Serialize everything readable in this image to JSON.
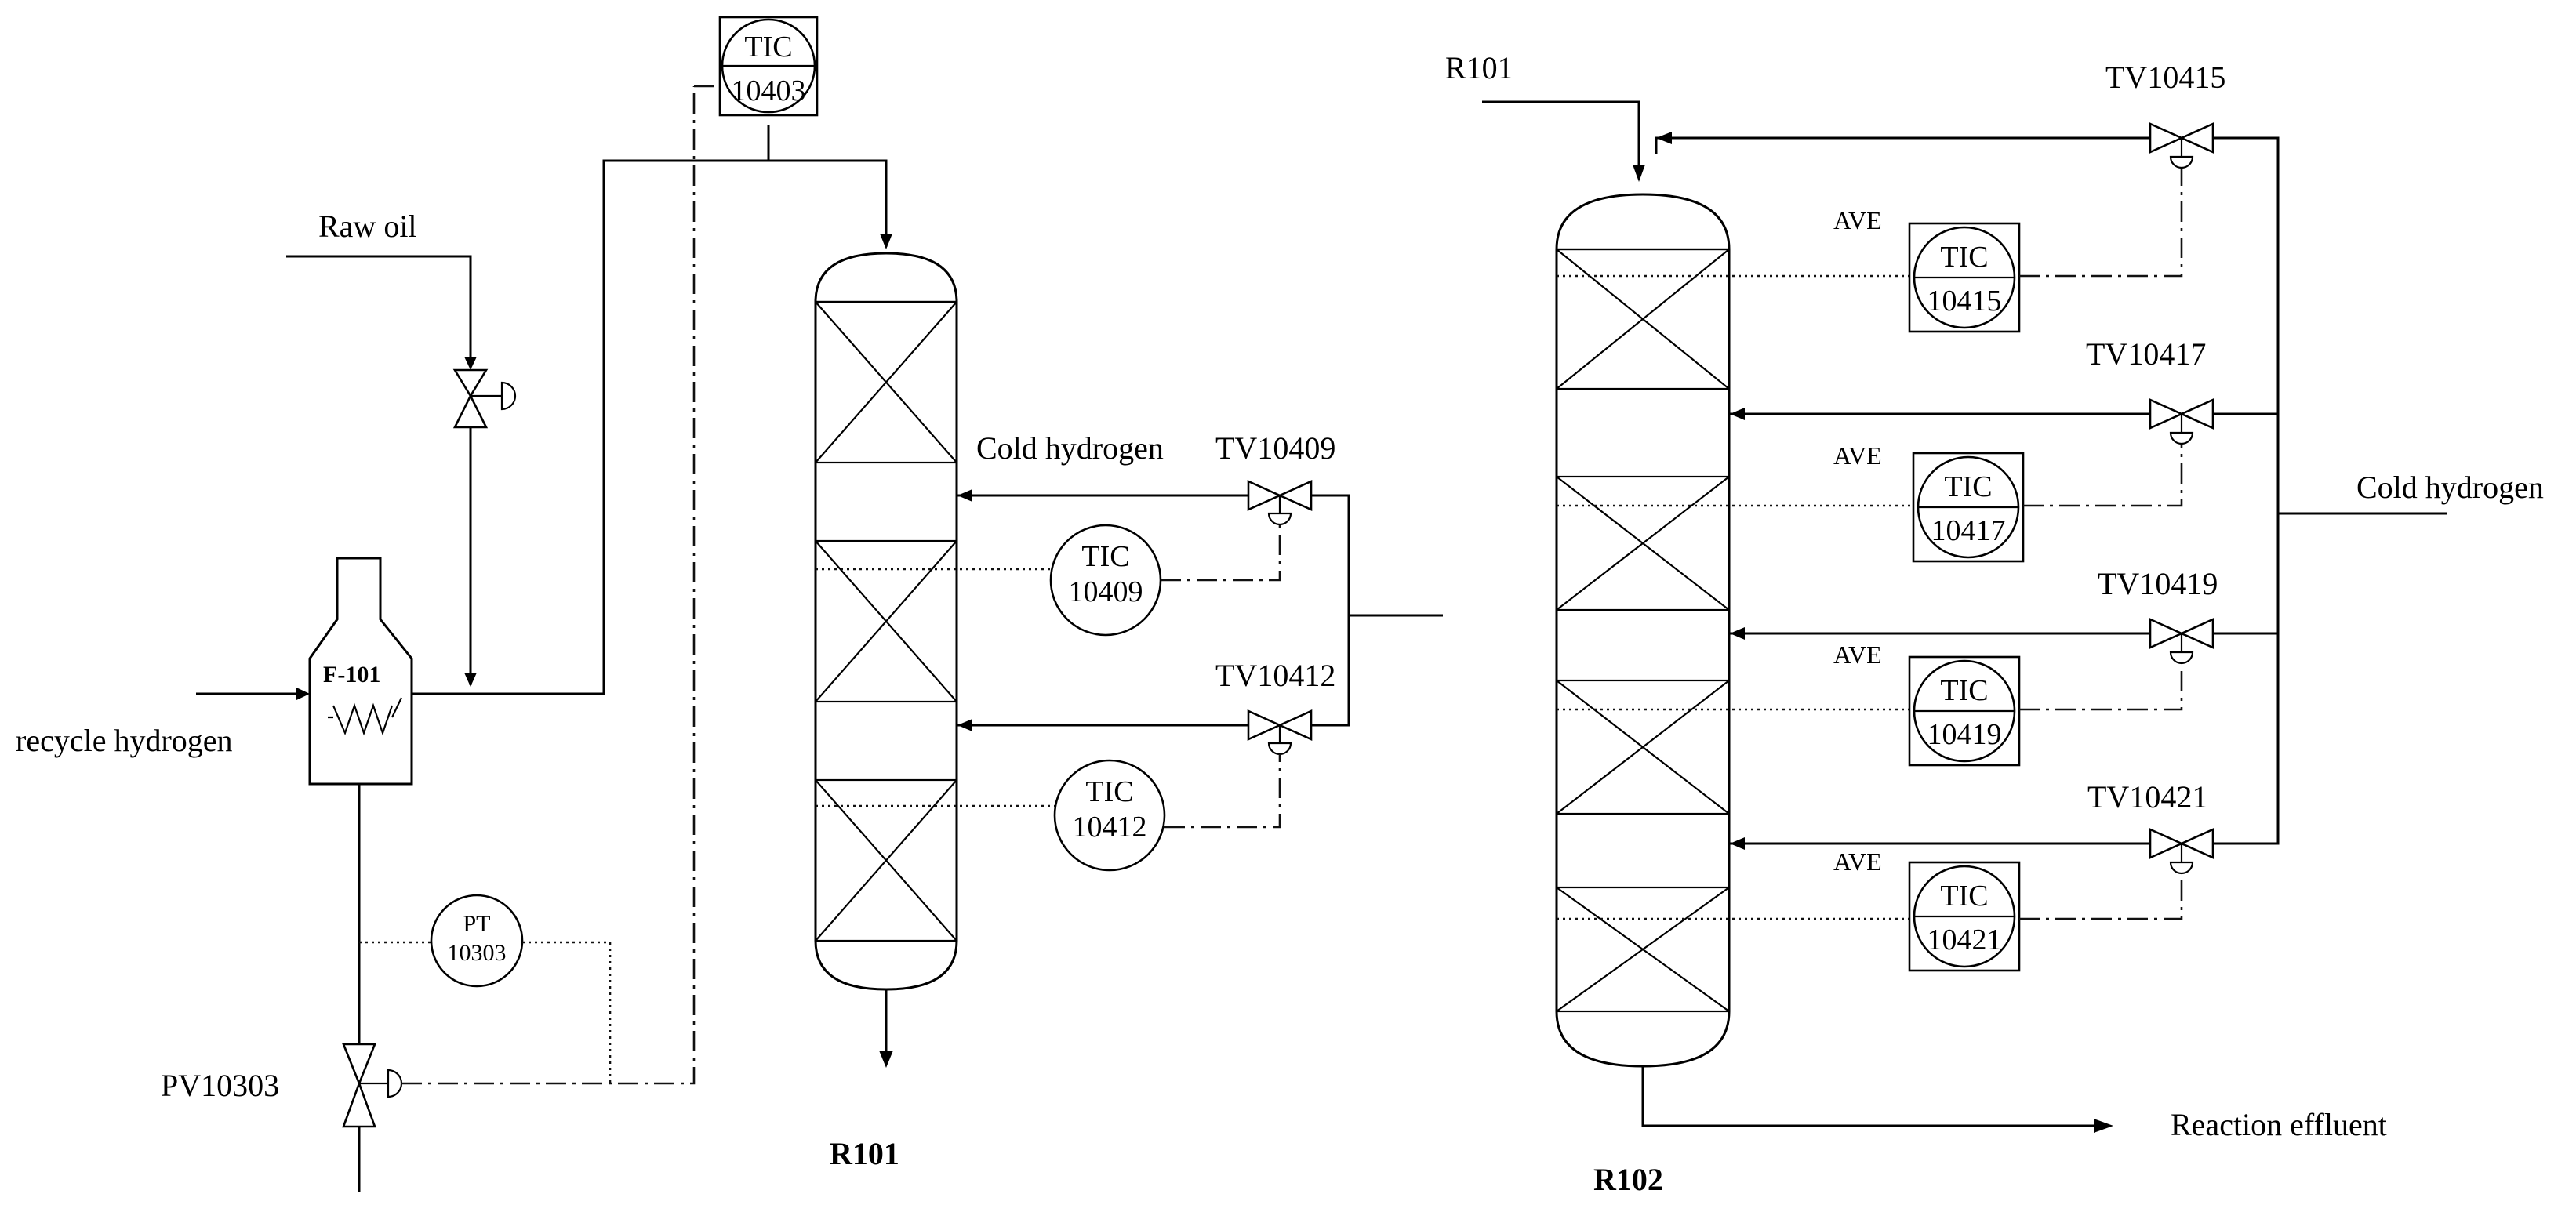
{
  "labels": {
    "raw_oil": "Raw oil",
    "recycle_hydrogen": "recycle hydrogen",
    "furnace": "F-101",
    "cold_hydrogen_r101": "Cold hydrogen",
    "cold_hydrogen_r102": "Cold hydrogen",
    "r101_inlet": "R101",
    "reaction_effluent": "Reaction effluent",
    "reactor_r101": "R101",
    "reactor_r102": "R102"
  },
  "valves": {
    "pv10303": "PV10303",
    "tv10409": "TV10409",
    "tv10412": "TV10412",
    "tv10415": "TV10415",
    "tv10417": "TV10417",
    "tv10419": "TV10419",
    "tv10421": "TV10421"
  },
  "instruments": {
    "tic10403": {
      "tag": "TIC",
      "num": "10403"
    },
    "tic10409": {
      "tag": "TIC",
      "num": "10409"
    },
    "tic10412": {
      "tag": "TIC",
      "num": "10412"
    },
    "pt10303": {
      "tag": "PT",
      "num": "10303"
    },
    "tic10415": {
      "tag": "TIC",
      "num": "10415",
      "mode": "AVE"
    },
    "tic10417": {
      "tag": "TIC",
      "num": "10417",
      "mode": "AVE"
    },
    "tic10419": {
      "tag": "TIC",
      "num": "10419",
      "mode": "AVE"
    },
    "tic10421": {
      "tag": "TIC",
      "num": "10421",
      "mode": "AVE"
    }
  }
}
